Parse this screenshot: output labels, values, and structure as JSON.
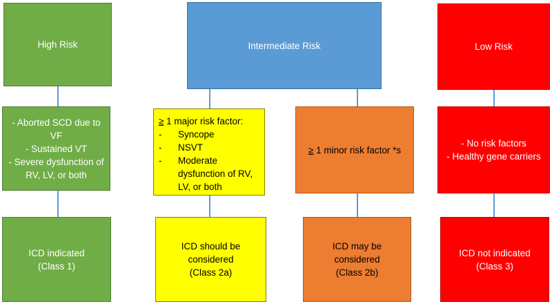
{
  "tiers": {
    "high": {
      "heading": "High Risk",
      "criteria": [
        "- Aborted SCD due to VF",
        "- Sustained VT",
        "- Severe dysfunction of RV, LV, or both"
      ],
      "recommendation": [
        "ICD indicated",
        "(Class 1)"
      ]
    },
    "intermediate": {
      "heading": "Intermediate Risk",
      "major": {
        "prefix": "≥",
        "text": " 1 major risk factor:",
        "items": [
          "Syncope",
          "NSVT",
          "Moderate dysfunction of RV, LV, or both"
        ]
      },
      "minor": {
        "prefix": "≥",
        "text": " 1 minor risk factor *s"
      },
      "major_recommendation": [
        "ICD should be",
        "considered",
        "(Class 2a)"
      ],
      "minor_recommendation": [
        "ICD may be",
        "considered",
        "(Class 2b)"
      ]
    },
    "low": {
      "heading": "Low Risk",
      "criteria": [
        "- No risk factors",
        "- Healthy gene carriers"
      ],
      "recommendation": [
        "ICD not indicated",
        "(Class 3)"
      ]
    }
  },
  "colors": {
    "high": "#70ad47",
    "intermediate": "#5b9bd5",
    "major": "#ffff00",
    "minor": "#ed7d31",
    "low": "#ff0000",
    "connector": "#5b9bd5"
  }
}
